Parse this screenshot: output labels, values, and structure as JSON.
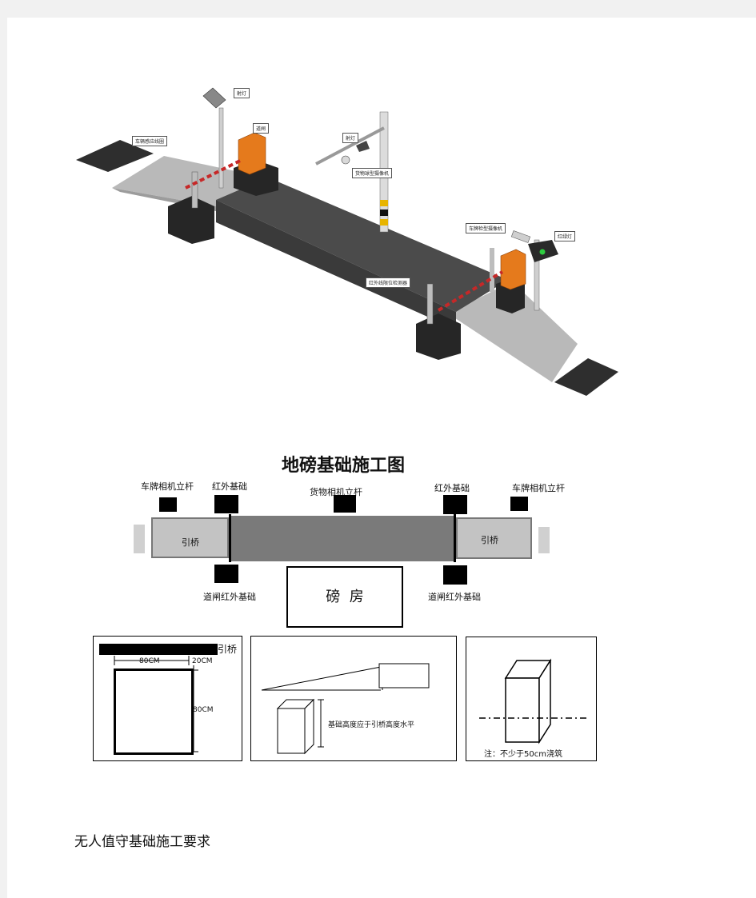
{
  "scene_3d": {
    "labels": {
      "spotlight_left": "射灯",
      "vehicle_loop": "车辆感应线圈",
      "barrier_top": "道闸",
      "spotlight_center": "射灯",
      "cargo_camera": "货物球型摄像机",
      "plate_camera": "车牌检型摄像机",
      "traffic_light": "红绿灯",
      "infrared_detector": "红外线限位检测器"
    }
  },
  "plan": {
    "title": "地磅基础施工图",
    "labels": {
      "left_camera_pole": "车牌相机立杆",
      "left_infrared_base": "红外基础",
      "cargo_camera_pole": "货物相机立杆",
      "right_infrared_base": "红外基础",
      "right_camera_pole": "车牌相机立杆",
      "left_ramp": "引桥",
      "right_ramp": "引桥",
      "left_barrier_infrared": "道闸红外基础",
      "right_barrier_infrared": "道闸红外基础",
      "scale_room": "磅  房"
    }
  },
  "details": {
    "left": {
      "ramp_label": "引桥",
      "dim_width": "80CM",
      "dim_gap": "20CM",
      "dim_height": "80CM"
    },
    "middle": {
      "note": "基础高度应于引桥高度水平"
    },
    "right": {
      "note": "注：不少于50cm浇筑"
    }
  },
  "caption": "无人值守基础施工要求"
}
